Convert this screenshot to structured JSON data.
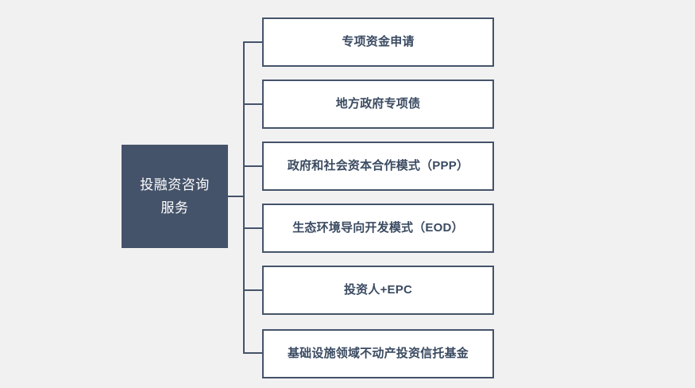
{
  "diagram": {
    "type": "horizontal-tree",
    "background_color": "#f1f1f1",
    "root": {
      "label": "投融资咨询\n服务",
      "fill_color": "#45536a",
      "text_color": "#ffffff"
    },
    "branch_style": {
      "line_color": "#45536a",
      "box_fill": "#ffffff",
      "box_border": "#45536a",
      "box_text_color": "#3a4a61"
    },
    "branches": [
      {
        "label": "专项资金申请"
      },
      {
        "label": "地方政府专项债"
      },
      {
        "label": "政府和社会资本合作模式（PPP）"
      },
      {
        "label": "生态环境导向开发模式（EOD）"
      },
      {
        "label": "投资人+EPC"
      },
      {
        "label": "基础设施领域不动产投资信托基金"
      }
    ]
  }
}
